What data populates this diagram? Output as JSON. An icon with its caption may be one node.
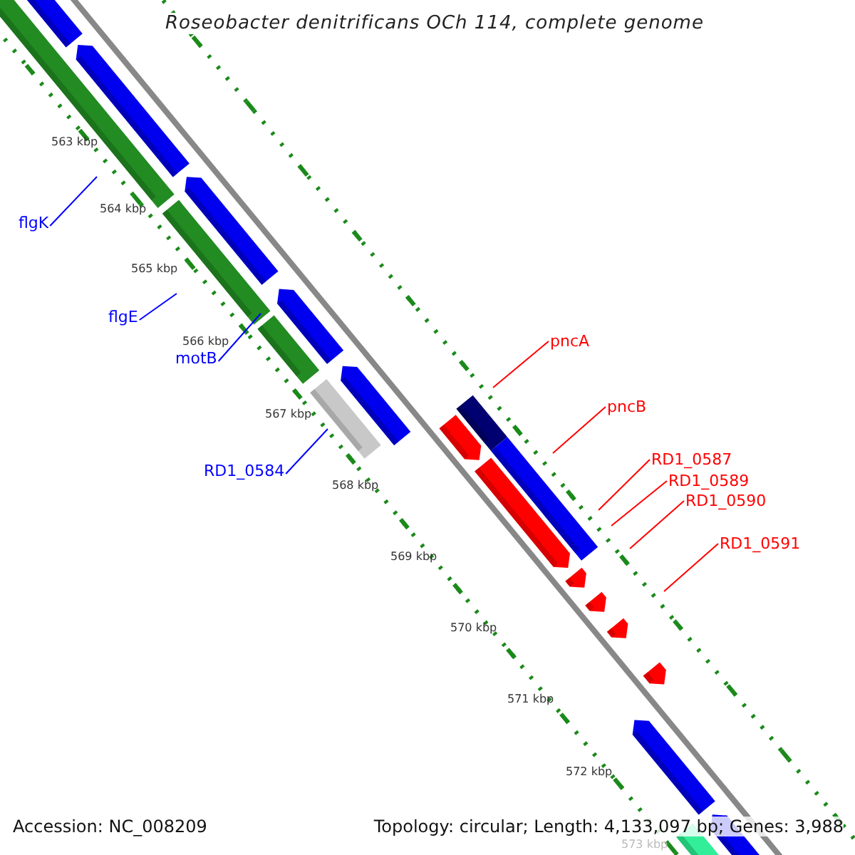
{
  "diagram": {
    "title": "Roseobacter denitrificans OCh 114, complete genome",
    "nodes": [
      {
        "text": [
          "flgK"
        ]
      },
      {
        "text": [
          "flgE"
        ]
      },
      {
        "text": [
          "motB"
        ]
      },
      {
        "text": [
          "RD1_0584"
        ]
      },
      {
        "text": [
          "pncA"
        ]
      },
      {
        "text": [
          "pncB"
        ]
      },
      {
        "text": [
          "RD1_0587"
        ]
      },
      {
        "text": [
          "RD1_0589"
        ]
      },
      {
        "text": [
          "RD1_0590"
        ]
      },
      {
        "text": [
          "RD1_0591"
        ]
      }
    ],
    "edges": [
      {
        "from": 0,
        "to": null,
        "arrow": "none",
        "color": "#0000ff"
      },
      {
        "from": 1,
        "to": null,
        "arrow": "none",
        "color": "#0000ff"
      },
      {
        "from": 2,
        "to": null,
        "arrow": "none",
        "color": "#0000ff"
      },
      {
        "from": 3,
        "to": null,
        "arrow": "none",
        "color": "#0000ff"
      },
      {
        "from": 4,
        "to": null,
        "arrow": "none",
        "color": "#ff0000"
      },
      {
        "from": 5,
        "to": null,
        "arrow": "none",
        "color": "#ff0000"
      },
      {
        "from": 6,
        "to": null,
        "arrow": "none",
        "color": "#ff0000"
      },
      {
        "from": 7,
        "to": null,
        "arrow": "none",
        "color": "#ff0000"
      },
      {
        "from": 8,
        "to": null,
        "arrow": "none",
        "color": "#ff0000"
      },
      {
        "from": 9,
        "to": null,
        "arrow": "none",
        "color": "#ff0000"
      }
    ],
    "labels": [
      "563 kbp",
      "564 kbp",
      "565 kbp",
      "566 kbp",
      "567 kbp",
      "568 kbp",
      "569 kbp",
      "570 kbp",
      "571 kbp",
      "572 kbp",
      "573 kbp",
      "Accession: NC_008209",
      "Topology: circular; Length: 4,133,097 bp; Genes: 3,988"
    ]
  }
}
